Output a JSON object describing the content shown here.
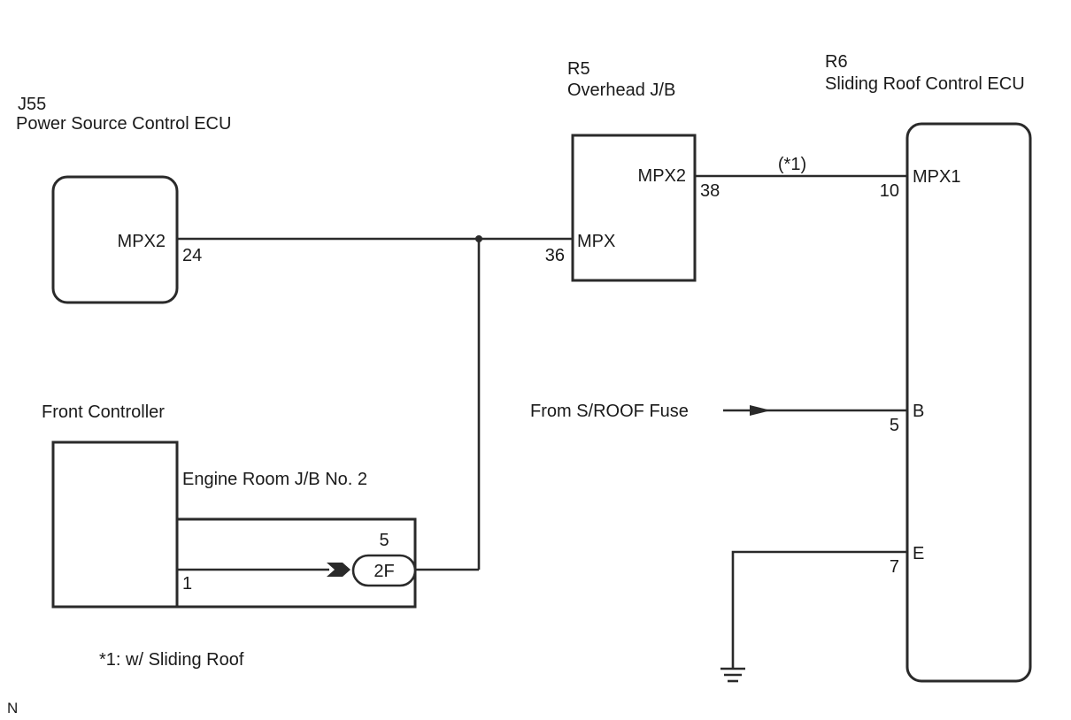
{
  "components": {
    "power_ecu": {
      "code": "J55",
      "name": "Power Source Control ECU",
      "pin_label": "MPX2",
      "pin_number": "24"
    },
    "overhead_jb": {
      "code": "R5",
      "name": "Overhead J/B",
      "pin_top_label": "MPX2",
      "pin_top_number": "38",
      "pin_left_label": "MPX",
      "pin_left_number": "36"
    },
    "sliding_roof_ecu": {
      "code": "R6",
      "name": "Sliding Roof Control ECU",
      "pins": [
        {
          "label": "MPX1",
          "number": "10"
        },
        {
          "label": "B",
          "number": "5"
        },
        {
          "label": "E",
          "number": "7"
        }
      ]
    },
    "front_controller": {
      "name": "Front Controller",
      "pin_number": "1"
    },
    "engine_room_jb": {
      "name": "Engine Room J/B No. 2",
      "connector": "2F",
      "pin_number": "5"
    }
  },
  "wires": {
    "option_tag": "(*1)",
    "fuse_source": "From S/ROOF Fuse"
  },
  "notes": {
    "footnote": "*1: w/ Sliding Roof",
    "corner_mark": "N"
  }
}
